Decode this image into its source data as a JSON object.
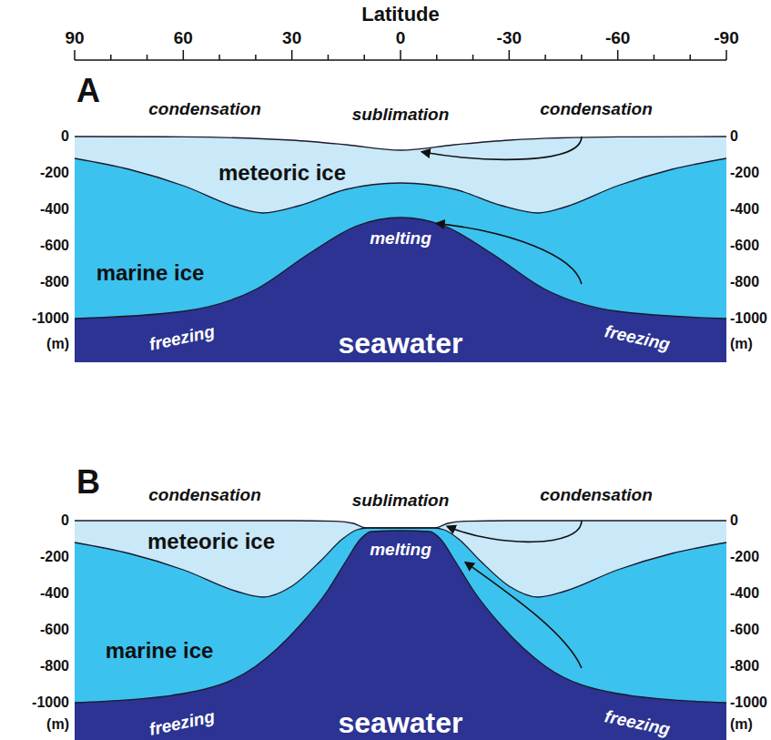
{
  "diagram": {
    "labels": [
      "Latitude",
      "90",
      "60",
      "30",
      "0",
      "-30",
      "-60",
      "-90",
      "A",
      "condensation",
      "sublimation",
      "condensation",
      "meteoric ice",
      "marine ice",
      "melting",
      "freezing",
      "freezing",
      "seawater",
      "0",
      "-200",
      "-400",
      "-600",
      "-800",
      "-1000",
      "(m)",
      "0",
      "-200",
      "-400",
      "-600",
      "-800",
      "-1000",
      "(m)",
      "B",
      "condensation",
      "sublimation",
      "condensation",
      "meteoric ice",
      "marine ice",
      "melting",
      "freezing",
      "freezing",
      "seawater",
      "0",
      "-200",
      "-400",
      "-600",
      "-800",
      "-1000",
      "(m)",
      "0",
      "-200",
      "-400",
      "-600",
      "-800",
      "-1000",
      "(m)"
    ]
  }
}
